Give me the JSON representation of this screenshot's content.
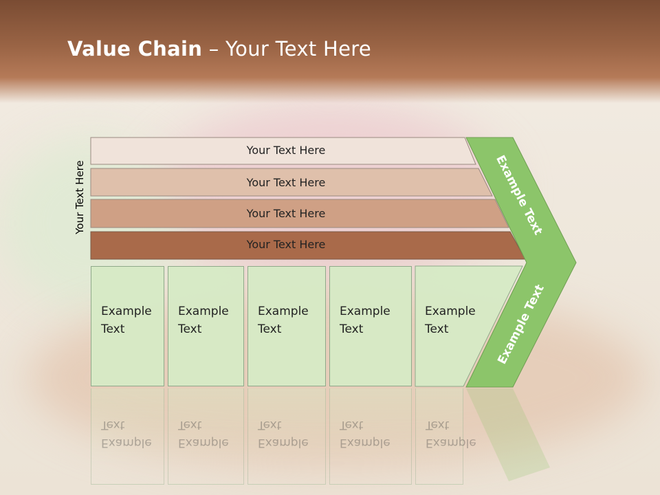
{
  "header": {
    "title_bold": "Value Chain",
    "title_rest": " – Your Text Here"
  },
  "vertical_label": "Your Text Here",
  "bars": [
    {
      "label": "Your Text Here",
      "color": "#f0e3da"
    },
    {
      "label": "Your Text Here",
      "color": "#dfc0ab"
    },
    {
      "label": "Your Text Here",
      "color": "#cfa085"
    },
    {
      "label": "Your Text Here",
      "color": "#a96a4a"
    }
  ],
  "boxes": [
    {
      "line1": "Example",
      "line2": "Text"
    },
    {
      "line1": "Example",
      "line2": "Text"
    },
    {
      "line1": "Example",
      "line2": "Text"
    },
    {
      "line1": "Example",
      "line2": "Text"
    },
    {
      "line1": "Example",
      "line2": "Text"
    }
  ],
  "chevron": {
    "top_text": "Example Text",
    "bottom_text": "Example Text",
    "color": "#8cc56a"
  }
}
